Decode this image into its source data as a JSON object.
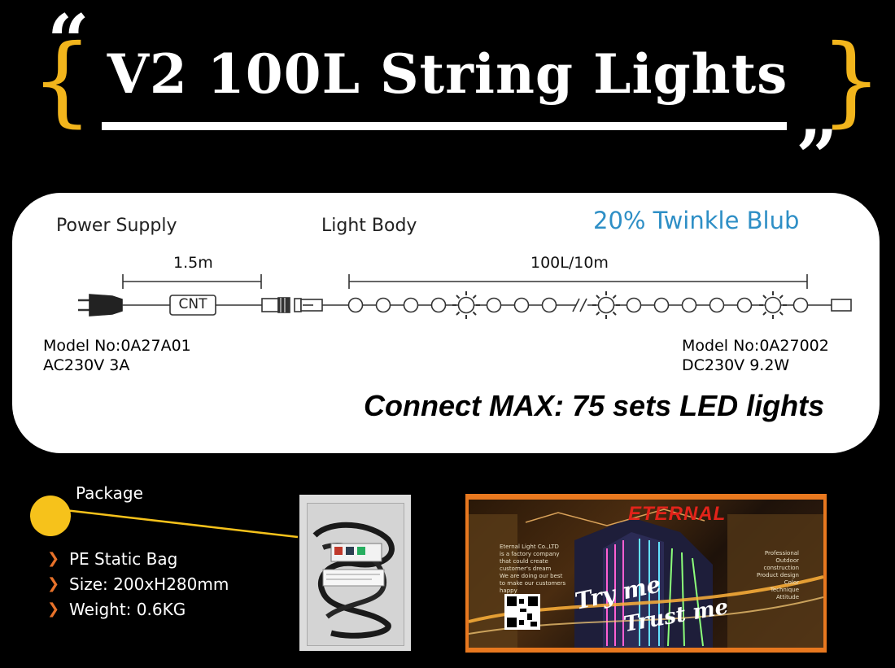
{
  "header": {
    "title": "V2 100L String Lights",
    "open_quote": "“",
    "close_quote": "”",
    "left_brace": "{",
    "right_brace": "}",
    "accent_color": "#f2b51c"
  },
  "diagram": {
    "power_supply_label": "Power Supply",
    "light_body_label": "Light Body",
    "twinkle_label": "20% Twinkle Blub",
    "cable_length": "1.5m",
    "body_length": "100L/10m",
    "controller_label": "CNT",
    "left_model": {
      "model": "Model No:0A27A01",
      "rating": "AC230V 3A"
    },
    "right_model": {
      "model": "Model No:0A27002",
      "rating": "DC230V 9.2W"
    },
    "connect_max": "Connect MAX: 75 sets LED lights",
    "twinkle_color": "#2e8fc6"
  },
  "package": {
    "title": "Package",
    "specs": [
      {
        "icon": "chevron-right-icon",
        "text": "PE Static Bag"
      },
      {
        "icon": "chevron-right-icon",
        "text": "Size: 200xH280mm"
      },
      {
        "icon": "chevron-right-icon",
        "text": "Weight: 0.6KG"
      }
    ],
    "dot_color": "#f6c21b",
    "card": {
      "brand": "ETERNAL",
      "slogan_1": "Try me",
      "slogan_2": "Trust me",
      "company": "Eternal Light Co.,LTD",
      "left_text": [
        "is a factory company",
        "that could create",
        "customer's dream"
      ],
      "left_text_2": [
        "We are doing our best",
        "to make our customers",
        "happy"
      ],
      "right_text": [
        "Professional",
        "Outdoor construction",
        "Product design"
      ],
      "checks": [
        "Color",
        "Technique",
        "Attitude"
      ]
    }
  }
}
